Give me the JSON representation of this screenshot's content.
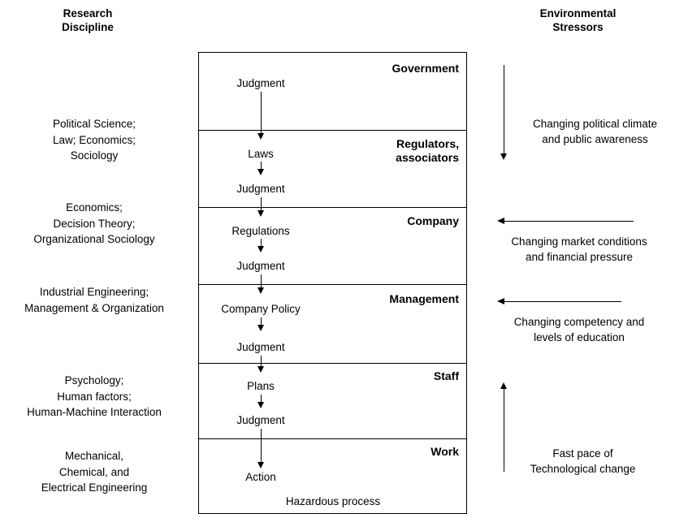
{
  "headers": {
    "research_discipline": "Research\nDiscipline",
    "environmental_stressors": "Environmental\nStressors"
  },
  "disciplines": [
    {
      "name": "political",
      "text": "Political Science;\nLaw; Economics;\nSociology"
    },
    {
      "name": "economics",
      "text": "Economics;\nDecision Theory;\nOrganizational Sociology"
    },
    {
      "name": "industrial",
      "text": "Industrial Engineering;\nManagement & Organization"
    },
    {
      "name": "psychology",
      "text": "Psychology;\nHuman factors;\nHuman-Machine Interaction"
    },
    {
      "name": "engineering",
      "text": "Mechanical,\nChemical, and\nElectrical Engineering"
    }
  ],
  "tiers": [
    {
      "name": "government",
      "label": "Government"
    },
    {
      "name": "regulators",
      "label": "Regulators,\nassociators"
    },
    {
      "name": "company",
      "label": "Company"
    },
    {
      "name": "management",
      "label": "Management"
    },
    {
      "name": "staff",
      "label": "Staff"
    },
    {
      "name": "work",
      "label": "Work"
    }
  ],
  "flow_labels": [
    {
      "name": "judgment-government",
      "text": "Judgment"
    },
    {
      "name": "laws",
      "text": "Laws"
    },
    {
      "name": "judgment-regulators",
      "text": "Judgment"
    },
    {
      "name": "regulations",
      "text": "Regulations"
    },
    {
      "name": "judgment-company",
      "text": "Judgment"
    },
    {
      "name": "company-policy",
      "text": "Company Policy"
    },
    {
      "name": "judgment-management",
      "text": "Judgment"
    },
    {
      "name": "plans",
      "text": "Plans"
    },
    {
      "name": "judgment-staff",
      "text": "Judgment"
    },
    {
      "name": "action",
      "text": "Action"
    },
    {
      "name": "hazardous-process",
      "text": "Hazardous process"
    }
  ],
  "stressors": [
    {
      "name": "political-climate",
      "text": "Changing political climate\nand public awareness",
      "direction": "down"
    },
    {
      "name": "market-conditions",
      "text": "Changing market conditions\nand financial pressure",
      "direction": "left"
    },
    {
      "name": "competency-levels",
      "text": "Changing competency and\nlevels of education",
      "direction": "left"
    },
    {
      "name": "technological-change",
      "text": "Fast pace of\nTechnological change",
      "direction": "up"
    }
  ],
  "colors": {
    "ink": "#000000",
    "background": "#ffffff"
  }
}
